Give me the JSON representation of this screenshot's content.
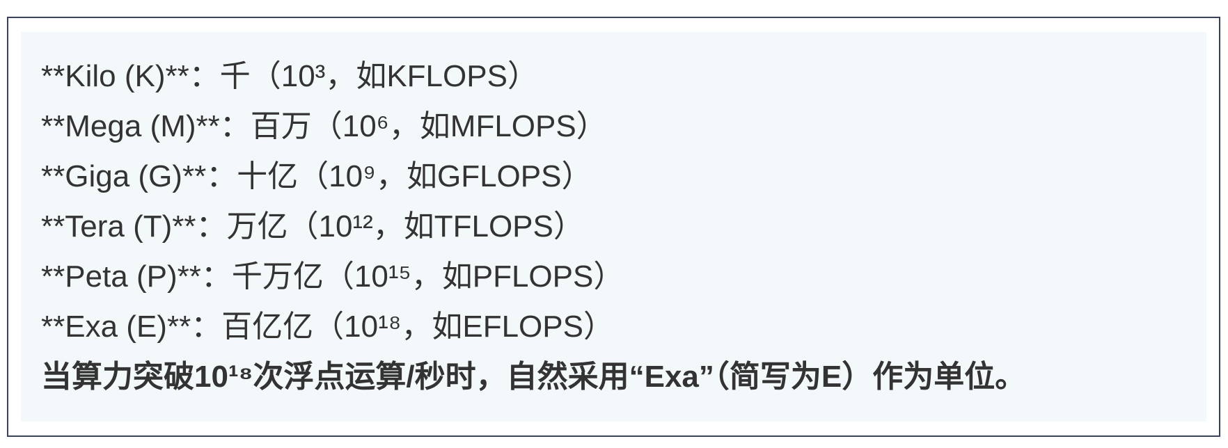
{
  "lines": [
    "**Kilo (K)**：千（10³，如KFLOPS）",
    "**Mega (M)**：百万（10⁶，如MFLOPS）",
    "**Giga (G)**：十亿（10⁹，如GFLOPS）",
    "**Tera (T)**：万亿（10¹²，如TFLOPS）",
    "**Peta (P)**：千万亿（10¹⁵，如PFLOPS）",
    "**Exa (E)**：百亿亿（10¹⁸，如EFLOPS）"
  ],
  "conclusion": "当算力突破10¹⁸次浮点运算/秒时，自然采用“Exa”（简写为E）作为单位。",
  "colors": {
    "text": "#333333",
    "panel_background": "#f3f9fa",
    "border": "#3a4160"
  }
}
